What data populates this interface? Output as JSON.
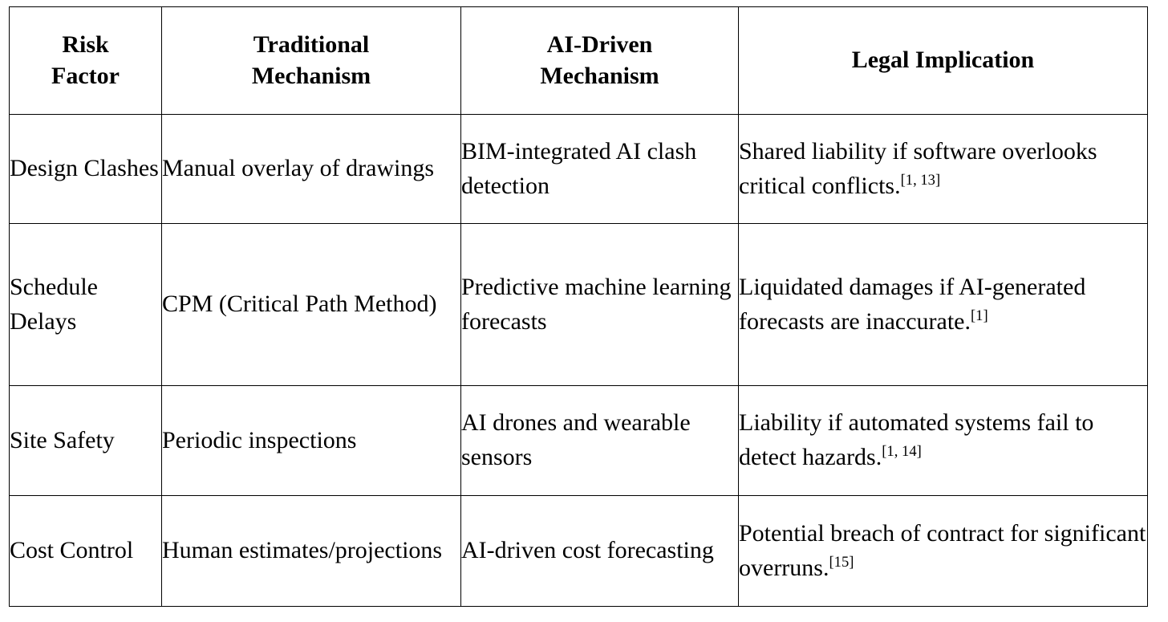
{
  "table": {
    "caption": "",
    "columns": [
      {
        "id": "risk-factor",
        "label": "Risk\nFactor"
      },
      {
        "id": "traditional-mechanism",
        "label": "Traditional\nMechanism"
      },
      {
        "id": "ai-driven-mechanism",
        "label": "AI-Driven\nMechanism"
      },
      {
        "id": "legal-implication",
        "label": "Legal Implication"
      }
    ],
    "rows": [
      {
        "id": "design-clashes",
        "risk_factor": "Design Clashes",
        "traditional_mechanism": "Manual overlay of drawings",
        "ai_driven_mechanism": "BIM-integrated AI clash detection",
        "legal_implication": "Shared liability if software overlooks critical conflicts.",
        "legal_implication_citation": "[1, 13]"
      },
      {
        "id": "schedule-delays",
        "risk_factor": "Schedule Delays",
        "traditional_mechanism": "CPM (Critical Path Method)",
        "ai_driven_mechanism": "Predictive machine learning forecasts",
        "legal_implication": "Liquidated damages if AI-generated forecasts are inaccurate.",
        "legal_implication_citation": "[1]"
      },
      {
        "id": "site-safety",
        "risk_factor": "Site Safety",
        "traditional_mechanism": "Periodic inspections",
        "ai_driven_mechanism": "AI drones and wearable sensors",
        "legal_implication": "Liability if automated systems fail to detect hazards.",
        "legal_implication_citation": "[1, 14]"
      },
      {
        "id": "cost-control",
        "risk_factor": "Cost Control",
        "traditional_mechanism": "Human estimates/projections",
        "ai_driven_mechanism": "AI-driven cost forecasting",
        "legal_implication": "Potential breach of contract for significant overruns.",
        "legal_implication_citation": "[15]"
      }
    ],
    "colors": {
      "border": "#000000",
      "text": "#000000",
      "background": "#ffffff"
    }
  }
}
